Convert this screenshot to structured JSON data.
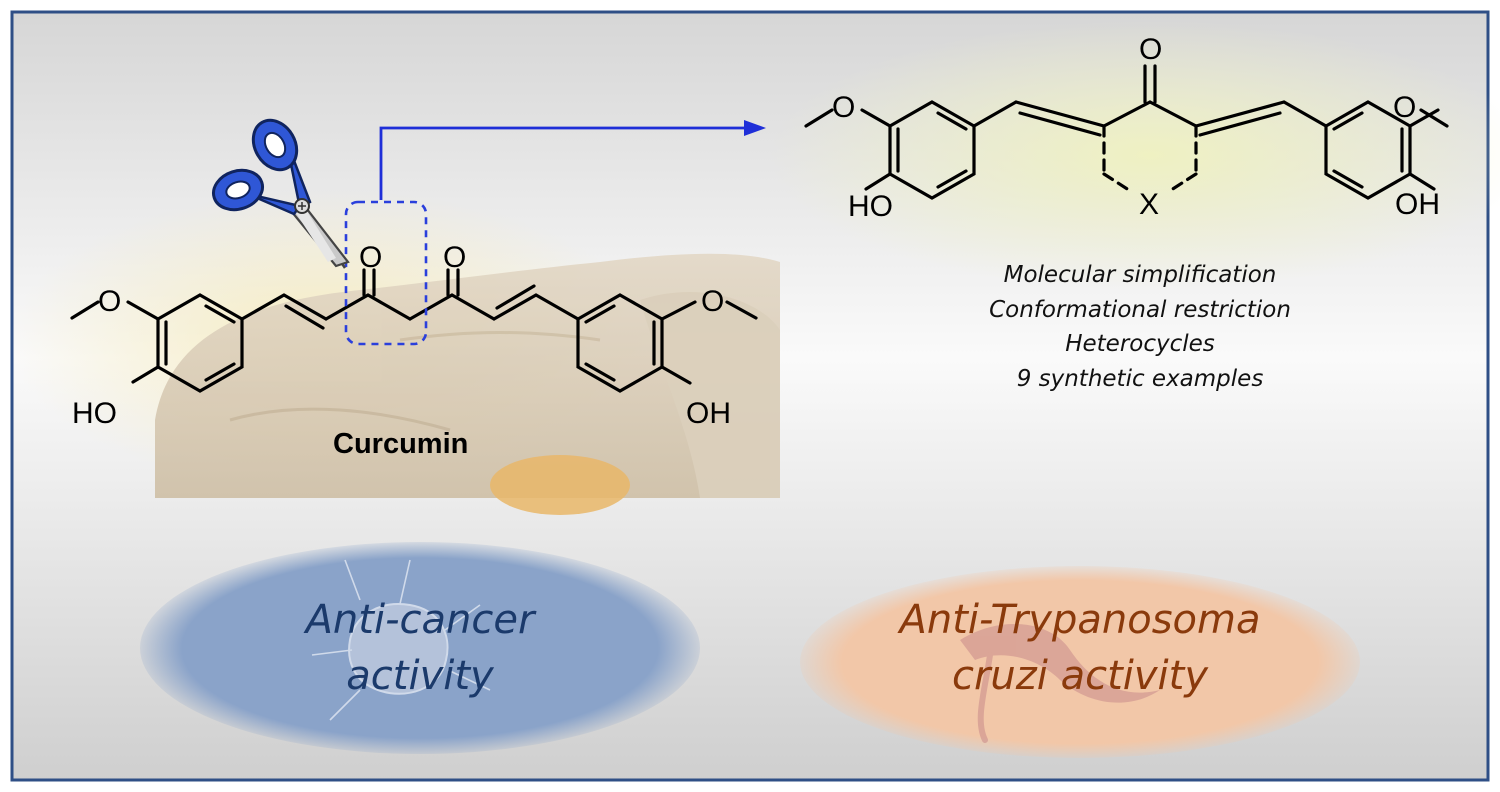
{
  "colors": {
    "frame": "#2f4f86",
    "arrow": "#1f2fd8",
    "dashed_box": "#2a3fdc",
    "scissors": "#2f57d6",
    "cancer_text": "#1b3a6b",
    "cancer_ellipse": "#7f9cc6",
    "trypanosoma_text": "#8a3a0c",
    "trypanosoma_ellipse": "#f3c6a6",
    "highlight": "#f1f2c8"
  },
  "icons": [
    "scissors-icon",
    "arrow-right-icon",
    "cancer-cell-icon",
    "trypanosoma-parasite-icon",
    "ginger-root-image"
  ],
  "curcumin": {
    "name": "Curcumin",
    "atoms": {
      "methoxy_o_left": "O",
      "hydroxy_left": "HO",
      "carbonyl_1": "O",
      "carbonyl_2": "O",
      "methoxy_o_right": "O",
      "hydroxy_right": "OH"
    }
  },
  "analog": {
    "atoms": {
      "methoxy_o_left": "O",
      "hydroxy_left": "HO",
      "carbonyl": "O",
      "ring_atom": "X",
      "methoxy_o_right": "O",
      "hydroxy_right": "OH"
    }
  },
  "strategy_points": [
    "Molecular simplification",
    "Conformational restriction",
    "Heterocycles",
    "9 synthetic examples"
  ],
  "activities": {
    "cancer": {
      "line1": "Anti-cancer",
      "line2": "activity"
    },
    "trypanosoma": {
      "line1": "Anti-Trypanosoma",
      "line2": "cruzi activity"
    }
  }
}
